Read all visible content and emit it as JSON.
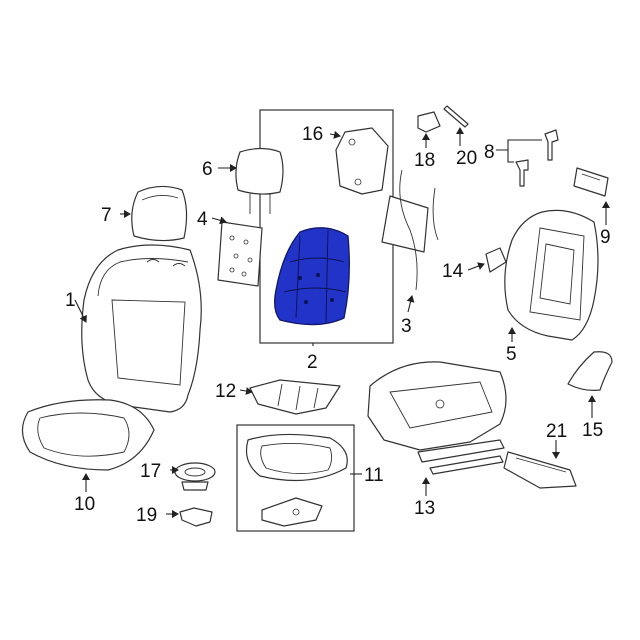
{
  "callouts": {
    "c1": "1",
    "c2": "2",
    "c3": "3",
    "c4": "4",
    "c5": "5",
    "c6": "6",
    "c7": "7",
    "c8": "8",
    "c9": "9",
    "c10": "10",
    "c11": "11",
    "c12": "12",
    "c13": "13",
    "c14": "14",
    "c15": "15",
    "c16": "16",
    "c17": "17",
    "c18": "18",
    "c19": "19",
    "c20": "20",
    "c21": "21"
  },
  "highlight_color": "#2233c8",
  "highlighted_part": "2"
}
